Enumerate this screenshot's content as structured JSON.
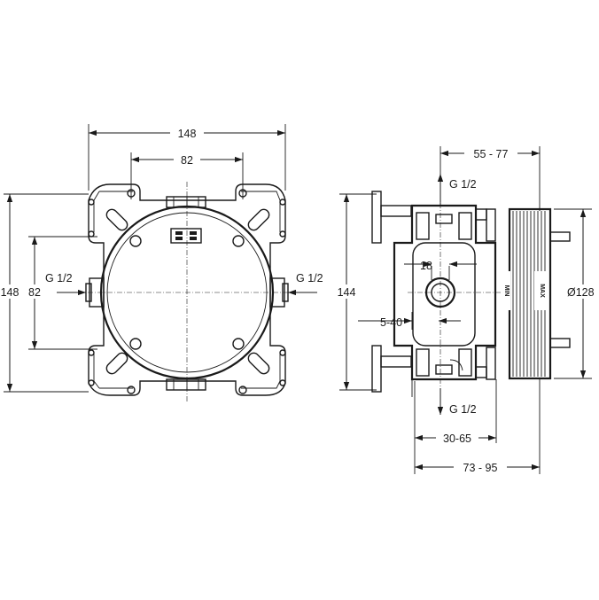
{
  "front_view": {
    "dim_width_outer": "148",
    "dim_width_inner": "82",
    "dim_height_outer": "148",
    "dim_height_inner": "82",
    "inlet_left": "G 1/2",
    "inlet_right": "G 1/2"
  },
  "side_view": {
    "dim_top_depth": "55 - 77",
    "dim_height": "144",
    "dim_diameter": "Ø128",
    "dim_port": "18",
    "dim_offset": "5-40",
    "dim_bottom_inner": "30-65",
    "dim_bottom_outer": "73 - 95",
    "outlet_top": "G 1/2",
    "outlet_bottom": "G 1/2",
    "mark_min": "MIN",
    "mark_max": "MAX"
  }
}
